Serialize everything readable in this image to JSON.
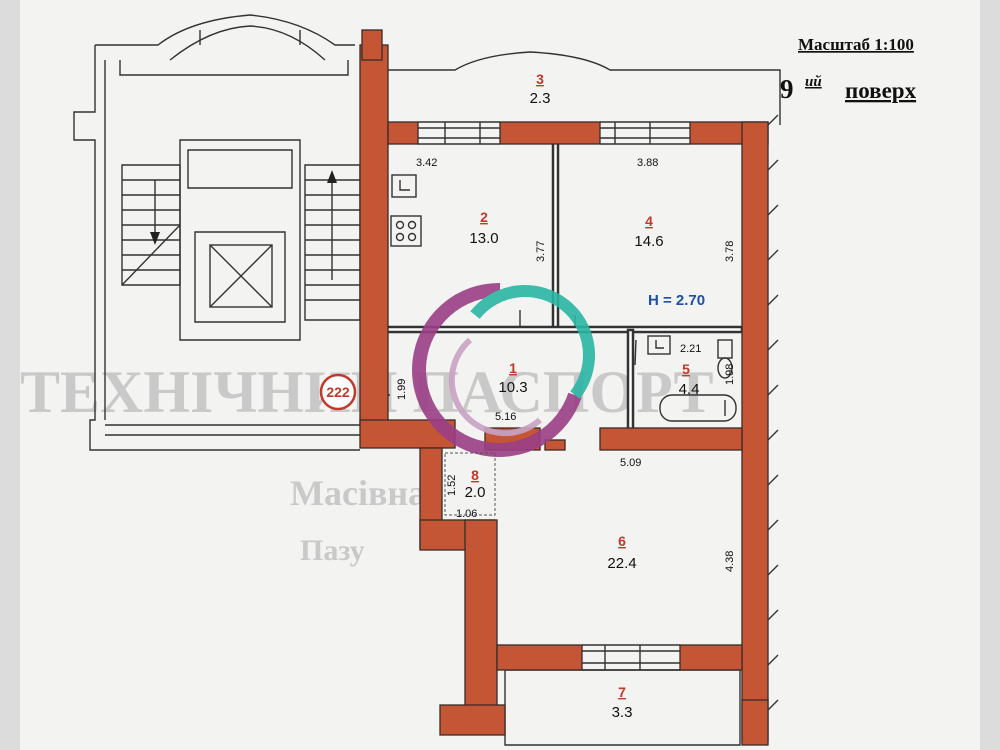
{
  "header": {
    "scale": "Масштаб 1:100",
    "floor_number": "9",
    "floor_suffix": "ий",
    "floor_word": "поверх"
  },
  "apartment_badge": "222",
  "ceiling_height": "H = 2.70",
  "rooms": [
    {
      "number": "1",
      "area": "10.3"
    },
    {
      "number": "2",
      "area": "13.0"
    },
    {
      "number": "3",
      "area": "2.3"
    },
    {
      "number": "4",
      "area": "14.6"
    },
    {
      "number": "5",
      "area": "4.4"
    },
    {
      "number": "6",
      "area": "22.4"
    },
    {
      "number": "7",
      "area": "3.3"
    },
    {
      "number": "8",
      "area": "2.0"
    }
  ],
  "dimensions": {
    "room2_width": "3.42",
    "room2_height": "3.77",
    "room4_width": "3.88",
    "room4_height": "3.78",
    "room1_width": "5.16",
    "room1_height": "1.99",
    "room5_width": "2.21",
    "room5_height": "1.98",
    "room6_width": "5.09",
    "room6_height": "4.38",
    "room8_height": "1.52",
    "room8_width": "1.06"
  },
  "watermark": {
    "line1": "ТЕХНІЧНИЙ ПАСПОРТ",
    "line2": "Масівна",
    "line3": "Пазу"
  },
  "colors": {
    "wall": "#c45635",
    "paper": "#dcdcdc",
    "room_number": "#c0392b",
    "height_label": "#1c4fa8",
    "logo_purple": "#9b3f86",
    "logo_teal": "#2ab5a4"
  }
}
